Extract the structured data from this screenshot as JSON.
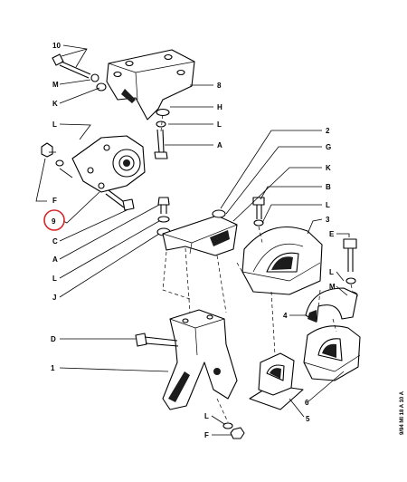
{
  "callouts": {
    "c10": "10",
    "cM_top": "M",
    "cK_top": "K",
    "c8": "8",
    "cH": "H",
    "cL_r1": "L",
    "cA_r1": "A",
    "cL_left": "L",
    "cF_left": "F",
    "c9": "9",
    "cC": "C",
    "cA_left": "A",
    "cL_left2": "L",
    "cJ": "J",
    "cD": "D",
    "c1": "1",
    "c2": "2",
    "cG": "G",
    "cK_mid": "K",
    "cB": "B",
    "cL_mid": "L",
    "c3": "3",
    "cE": "E",
    "cL_r2": "L",
    "cM_r": "M",
    "c4": "4",
    "c6": "6",
    "c5": "5",
    "cL_bot": "L",
    "cF_bot": "F"
  },
  "stamp": "9/94 Ml 18 A 10 A",
  "highlight_color": "#d7262a"
}
